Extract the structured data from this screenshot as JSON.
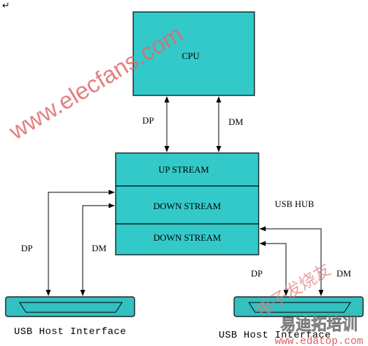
{
  "corner_mark": "↵",
  "cpu": {
    "label": "CPU"
  },
  "hub": {
    "up_stream": "UP STREAM",
    "down_stream_1": "DOWN STREAM",
    "down_stream_2": "DOWN STREAM",
    "name": "USB HUB"
  },
  "cpu_links": {
    "dp": "DP",
    "dm": "DM"
  },
  "left_links": {
    "dp": "DP",
    "dm": "DM"
  },
  "right_links": {
    "dp": "DP",
    "dm": "DM"
  },
  "left_host": {
    "label": "USB Host Interface"
  },
  "right_host": {
    "label": "USB Host Interface"
  },
  "watermark": {
    "text": "www.elecfans.com"
  },
  "corner_watermark": {
    "chinese": "电子发烧友",
    "brand": "易迪拓培训",
    "url": "www.edatop.com"
  },
  "colors": {
    "box_fill": "#33c9c9",
    "connector_fill": "#33c0c0",
    "watermark": "#e06a6a"
  }
}
